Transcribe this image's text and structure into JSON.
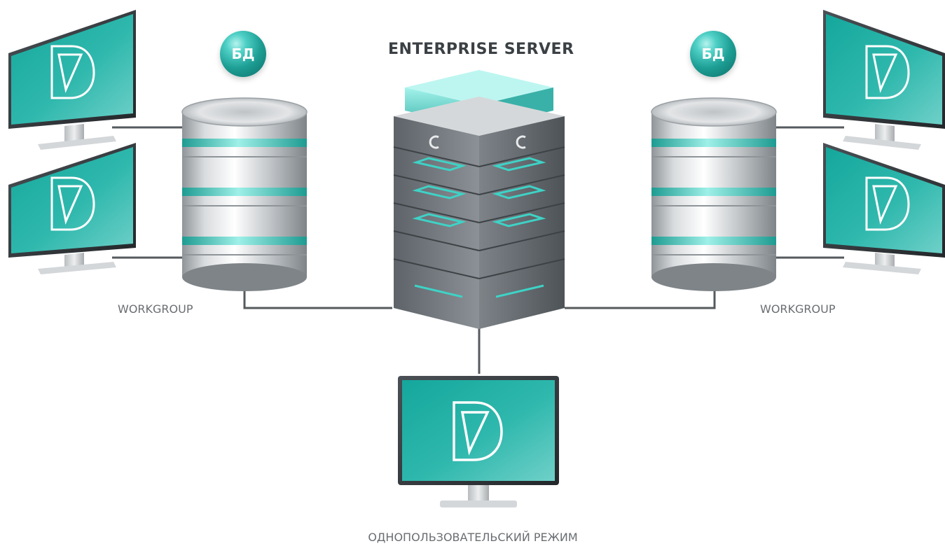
{
  "title": "ENTERPRISE SERVER",
  "db_badges": [
    "БД",
    "БД"
  ],
  "workgroups": [
    "WORKGROUP",
    "WORKGROUP"
  ],
  "single_user_label": "ОДНОПОЛЬЗОВАТЕЛЬСКИЙ РЕЖИМ",
  "colors": {
    "accent": "#2fb8ad",
    "accent_dark": "#12877f",
    "line": "#555a5e",
    "metal": "#c4c8cb"
  },
  "icons": [
    "monitor-icon",
    "database-icon",
    "server-icon",
    "app-logo-icon"
  ]
}
